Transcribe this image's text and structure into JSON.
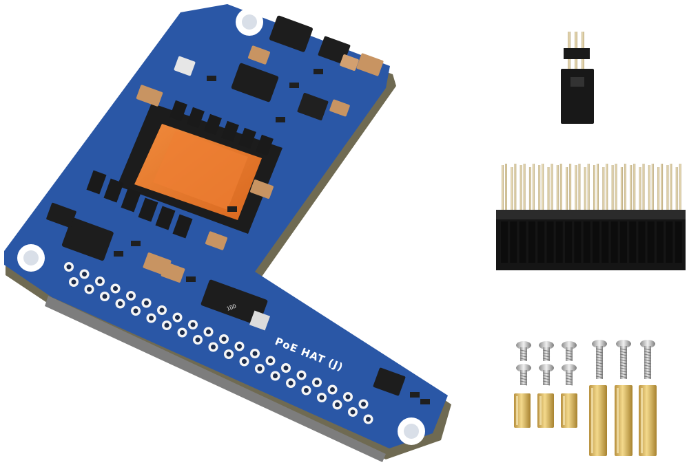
{
  "photo": {
    "board": {
      "silkscreen_label": "PoE HAT (J)",
      "rectifier_marking": "1DD",
      "color": "#2a57a6"
    },
    "accessories": {
      "jumper_header": "jumper-header",
      "stacking_header": "40-pin-stacking-header",
      "screws_short_count": 6,
      "screws_long_count": 3,
      "standoffs_short_count": 3,
      "standoffs_long_count": 3
    }
  }
}
